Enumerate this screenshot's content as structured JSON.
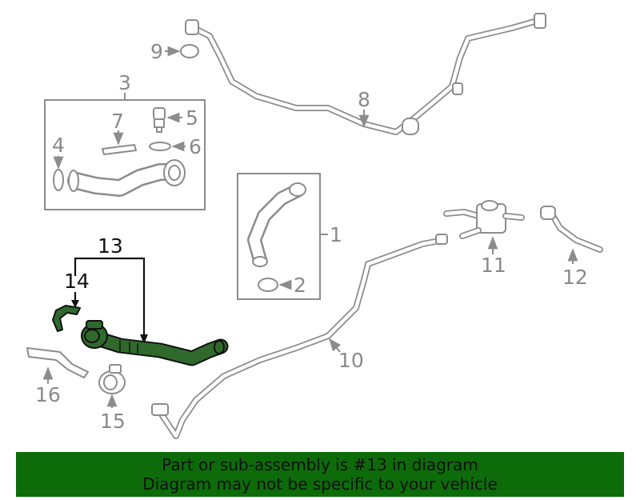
{
  "labels": {
    "l1": "1",
    "l2": "2",
    "l3": "3",
    "l4": "4",
    "l5": "5",
    "l6": "6",
    "l7": "7",
    "l8": "8",
    "l9": "9",
    "l10": "10",
    "l11": "11",
    "l12": "12",
    "l13": "13",
    "l14": "14",
    "l15": "15",
    "l16": "16"
  },
  "highlighted_part": "13",
  "colors": {
    "banner": "#0d6b0a",
    "highlight_part": "#2f6a2c",
    "ghost_part": "#8c8c8c"
  },
  "banner": {
    "line1": "Part or sub-assembly is #13 in diagram",
    "line2": "Diagram may not be specific to your vehicle"
  }
}
